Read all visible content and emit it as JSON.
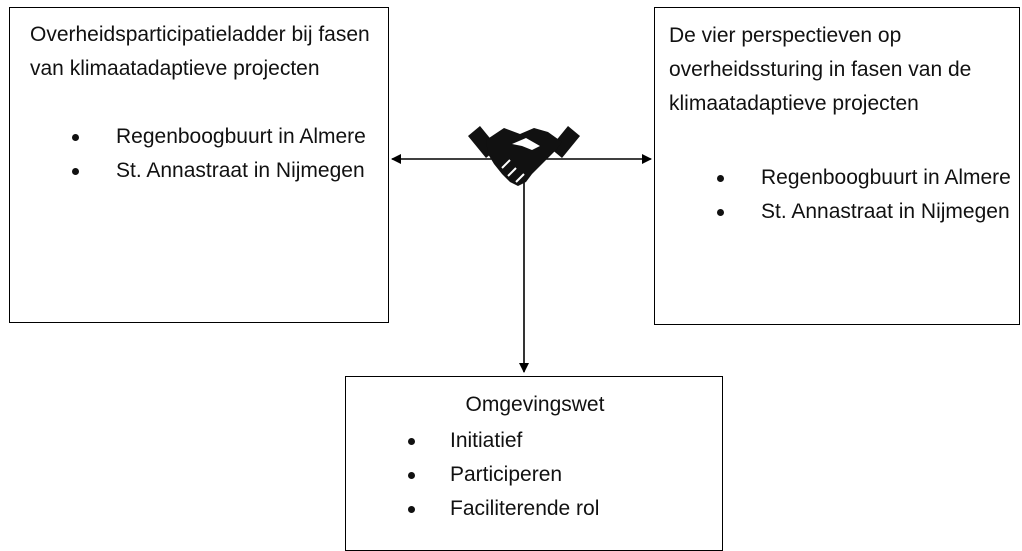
{
  "left_box": {
    "title": "Overheidsparticipatieladder bij fasen van klimaatadaptieve projecten",
    "items": [
      "Regenboogbuurt in Almere",
      "St. Annastraat in Nijmegen"
    ]
  },
  "right_box": {
    "title": "De vier perspectieven op overheidssturing in fasen van de klimaatadaptieve projecten",
    "items": [
      "Regenboogbuurt in Almere",
      "St. Annastraat in Nijmegen"
    ]
  },
  "bottom_box": {
    "title": "Omgevingswet",
    "items": [
      "Initiatief",
      "Participeren",
      "Faciliterende rol"
    ]
  },
  "center_icon": "handshake-icon"
}
